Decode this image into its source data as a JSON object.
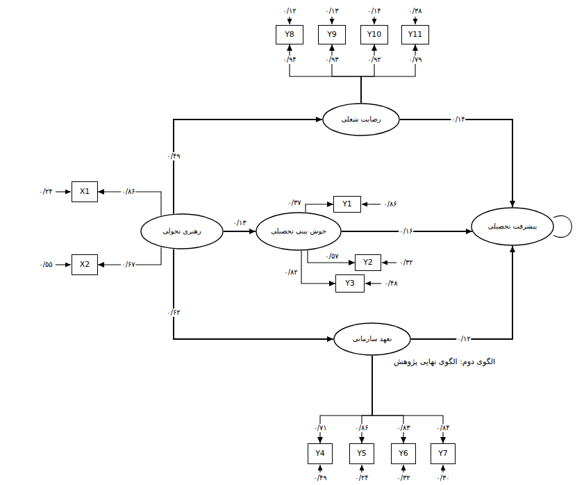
{
  "diagram": {
    "caption": "الگوی دوم: الگوی نهایی پژوهش",
    "nodes": [
      {
        "text": [
          "Y8"
        ]
      },
      {
        "text": [
          "Y9"
        ]
      },
      {
        "text": [
          "Y10"
        ]
      },
      {
        "text": [
          "Y11"
        ]
      },
      {
        "text": [
          "رضایت شغلی"
        ]
      },
      {
        "text": [
          "X1"
        ]
      },
      {
        "text": [
          "Y1"
        ]
      },
      {
        "text": [
          "رهبری تحولی"
        ]
      },
      {
        "text": [
          "خوش بینی تحصیلی"
        ]
      },
      {
        "text": [
          "پیشرفت تحصیلی"
        ]
      },
      {
        "text": [
          "Y2"
        ]
      },
      {
        "text": [
          "X2"
        ]
      },
      {
        "text": [
          "Y3"
        ]
      },
      {
        "text": [
          "تعهد سازمانی"
        ]
      },
      {
        "text": [
          "Y4"
        ]
      },
      {
        "text": [
          "Y5"
        ]
      },
      {
        "text": [
          "Y6"
        ]
      },
      {
        "text": [
          "Y7"
        ]
      }
    ],
    "edges": [
      {
        "from": 4,
        "to": 0,
        "arrow": "to",
        "label": "۰/۹۴"
      },
      {
        "from": 4,
        "to": 1,
        "arrow": "to",
        "label": "۰/۹۳"
      },
      {
        "from": 4,
        "to": 2,
        "arrow": "to",
        "label": "۰/۹۲"
      },
      {
        "from": 4,
        "to": 3,
        "arrow": "to",
        "label": "۰/۷۹"
      },
      {
        "from": 7,
        "to": 4,
        "arrow": "to",
        "label": "۰/۴۹"
      },
      {
        "from": 4,
        "to": 9,
        "arrow": "to",
        "label": "۰/۱۴"
      },
      {
        "from": 7,
        "to": 5,
        "arrow": "to",
        "label": "۰/۸۶"
      },
      {
        "from": 7,
        "to": 8,
        "arrow": "to",
        "label": "۰/۱۳"
      },
      {
        "from": 8,
        "to": 6,
        "arrow": "to",
        "label": "۰/۳۷"
      },
      {
        "from": 8,
        "to": 9,
        "arrow": "to",
        "label": "۰/۱۶"
      },
      {
        "from": 8,
        "to": 10,
        "arrow": "to",
        "label": "۰/۵۷"
      },
      {
        "from": 8,
        "to": 12,
        "arrow": "to",
        "label": "۰/۸۲"
      },
      {
        "from": 7,
        "to": 11,
        "arrow": "to",
        "label": "۰/۶۷"
      },
      {
        "from": 7,
        "to": 13,
        "arrow": "to",
        "label": "۰/۶۲"
      },
      {
        "from": 13,
        "to": 9,
        "arrow": "to",
        "label": "۰/۱۲"
      },
      {
        "from": 13,
        "to": 14,
        "arrow": "to",
        "label": "۰/۷۱"
      },
      {
        "from": 13,
        "to": 15,
        "arrow": "to",
        "label": "۰/۸۶"
      },
      {
        "from": 13,
        "to": 16,
        "arrow": "to",
        "label": "۰/۸۳"
      },
      {
        "from": 13,
        "to": 17,
        "arrow": "to",
        "label": "۰/۸۴"
      }
    ],
    "labels": [
      "۰/۱۲",
      "۰/۱۳",
      "۰/۱۴",
      "۰/۳۸",
      "۰/۲۴",
      "۰/۸۶",
      "۰/۳۲",
      "۰/۴۸",
      "۰/۵۵",
      "۰/۴۹",
      "۰/۲۴",
      "۰/۳۲",
      "۰/۳۰"
    ]
  }
}
